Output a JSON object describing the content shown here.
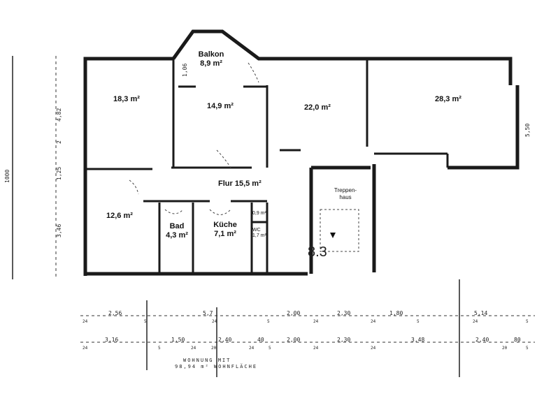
{
  "rooms": {
    "balkon_name": "Balkon",
    "balkon_area": "8,9 m²",
    "room1": "18,3 m²",
    "room2": "14,9 m²",
    "room3": "22,0 m²",
    "room4": "28,3 m²",
    "room5": "12,6 m²",
    "flur": "Flur 15,5 m²",
    "bad_name": "Bad",
    "bad_area": "4,3 m²",
    "kueche_name": "Küche",
    "kueche_area": "7,1 m²",
    "treppenhaus_1": "Treppen-",
    "treppenhaus_2": "haus",
    "small_09": "0,9 m²",
    "wc_name": "WC",
    "wc_area": "1,7 m²",
    "marker": "8.3"
  },
  "dims_left": [
    "1000",
    "4,82",
    "2",
    "1,25",
    "3,46"
  ],
  "dims_right": [
    "1,06",
    "5,50"
  ],
  "dims_row1": [
    "2,56",
    "5,7",
    "2,00",
    "2,30",
    "1,80",
    "5,14"
  ],
  "dims_row2": [
    "3,16",
    "1,50",
    "2,40",
    "40",
    "2,00",
    "2,30",
    "3,48",
    "2,40",
    "80"
  ],
  "dims_small": [
    "24",
    "5",
    "24",
    "5",
    "24",
    "24",
    "5",
    "24",
    "5",
    "24",
    "5",
    "24",
    "20",
    "24",
    "5",
    "20",
    "24",
    "24",
    "5"
  ],
  "caption_1": "WOHNUNG MIT",
  "caption_2": "98,94 m²  WOHNFLÄCHE"
}
